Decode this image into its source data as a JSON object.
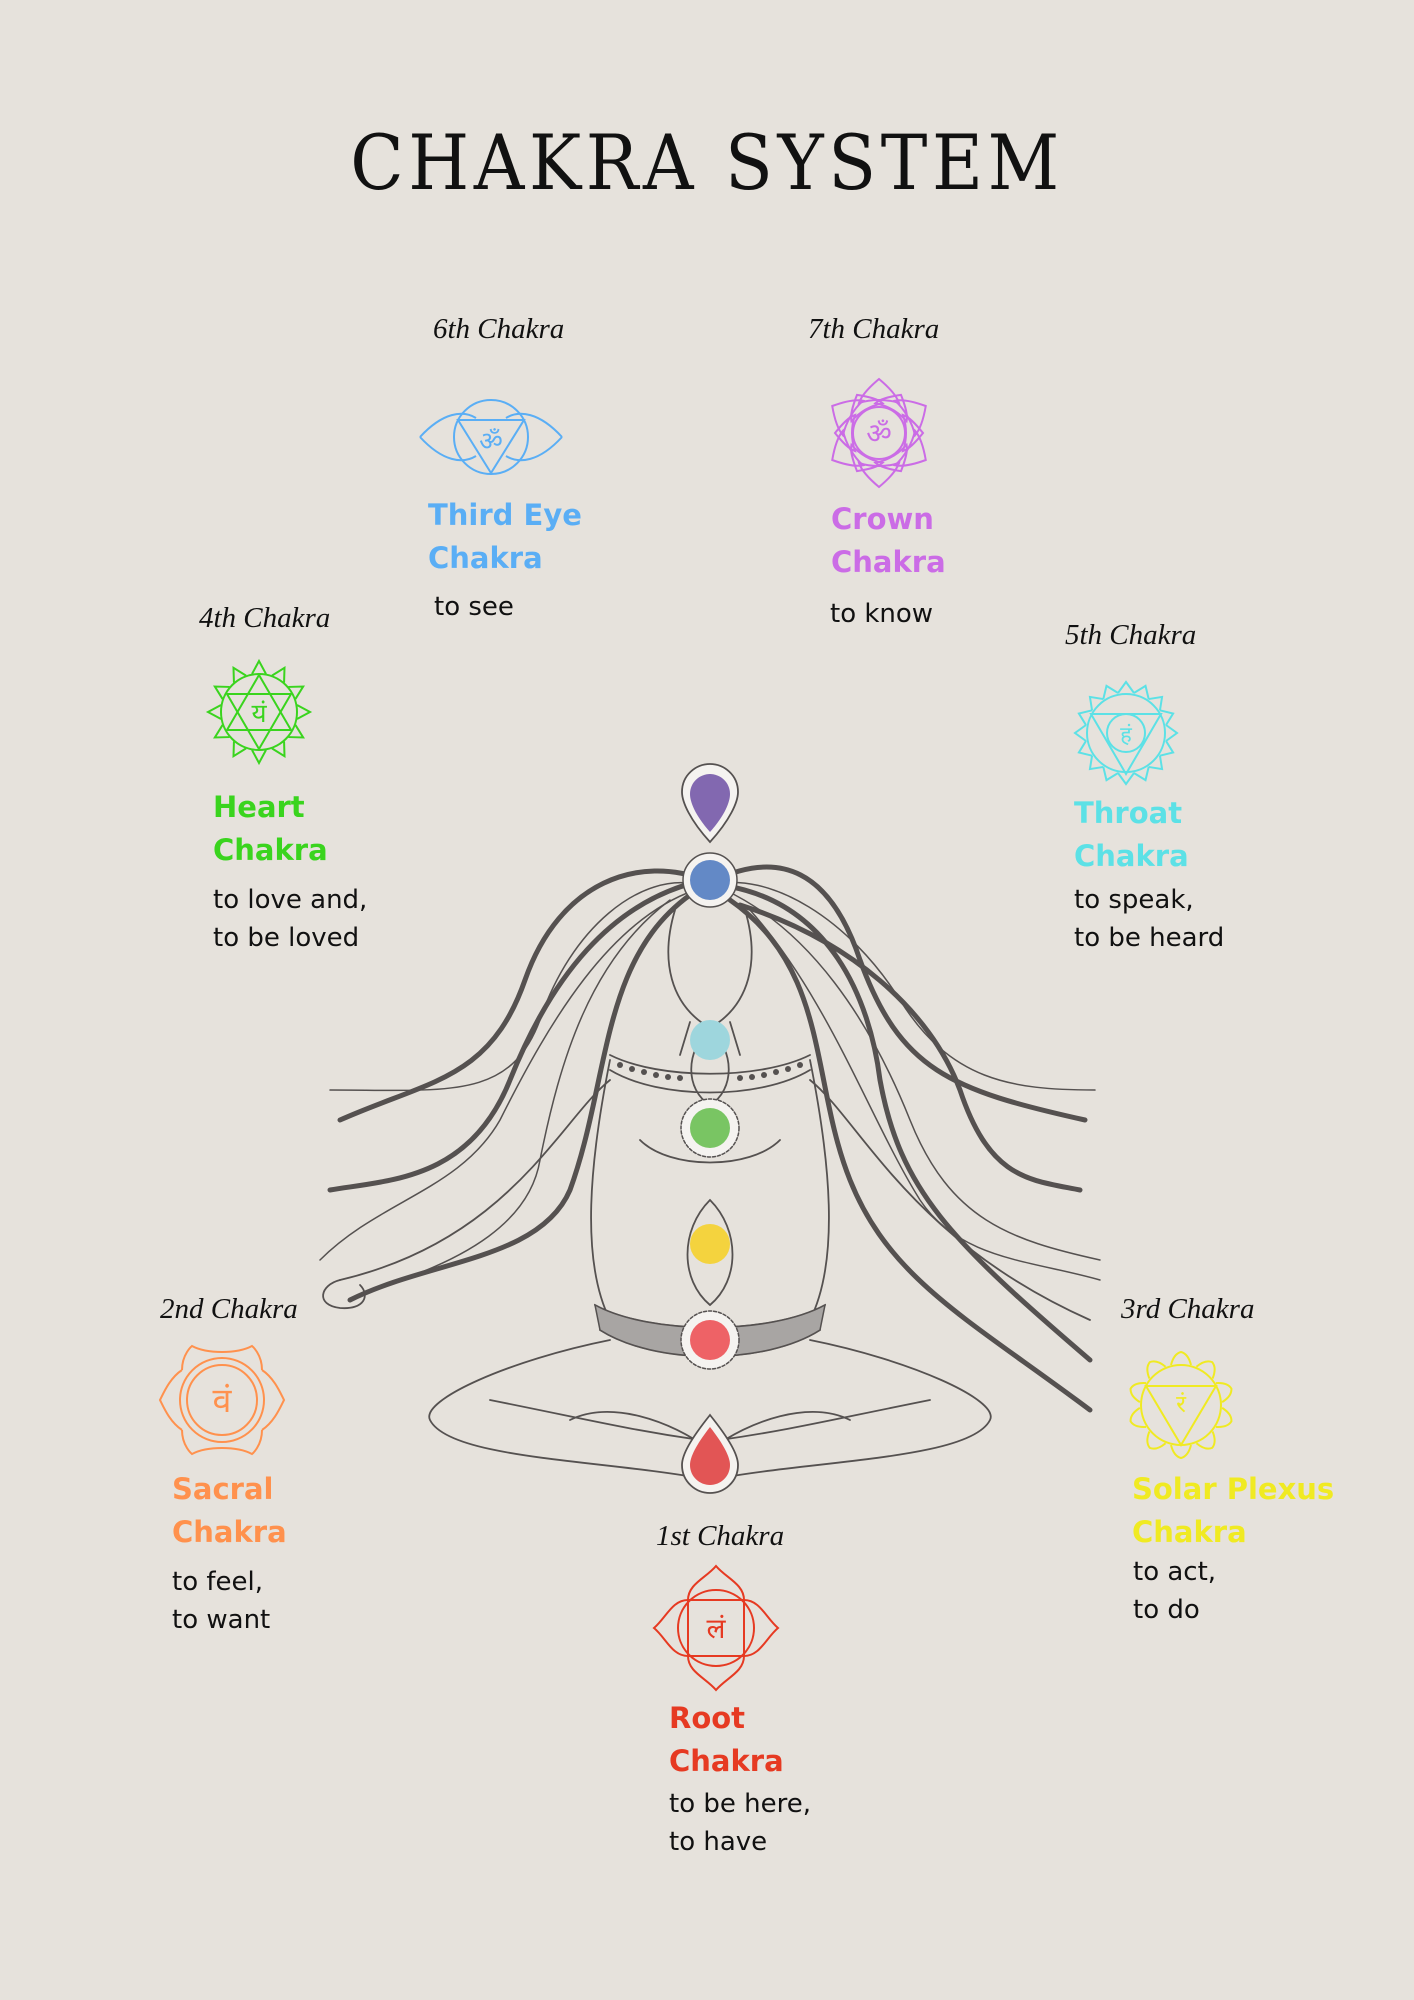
{
  "title": "CHAKRA SYSTEM",
  "colors": {
    "background": "#e6e2dc",
    "root": "#e63a22",
    "sacral": "#ff914d",
    "solar_plexus": "#f0ea22",
    "heart": "#3ad41e",
    "throat": "#5ce1e6",
    "third_eye": "#5aaef5",
    "crown": "#cb6ce6",
    "figure_line": "#555150",
    "gem_crown": "#8268b0",
    "gem_third_eye": "#6389c6",
    "gem_throat": "#9ed6dd",
    "gem_heart": "#79c563",
    "gem_solar": "#f4d33e",
    "gem_sacral": "#ee6266",
    "gem_root": "#e25555"
  },
  "chakras": {
    "crown": {
      "ordinal": "7th Chakra",
      "name_line1": "Crown",
      "name_line2": "Chakra",
      "desc_line1": "to know",
      "desc_line2": "",
      "icon": "crown-lotus-om-icon"
    },
    "third_eye": {
      "ordinal": "6th Chakra",
      "name_line1": "Third Eye",
      "name_line2": "Chakra",
      "desc_line1": "to see",
      "desc_line2": "",
      "icon": "third-eye-icon"
    },
    "throat": {
      "ordinal": "5th Chakra",
      "name_line1": "Throat",
      "name_line2": "Chakra",
      "desc_line1": "to speak,",
      "desc_line2": "to be heard",
      "icon": "throat-lotus-icon"
    },
    "heart": {
      "ordinal": "4th Chakra",
      "name_line1": "Heart",
      "name_line2": "Chakra",
      "desc_line1": "to love and,",
      "desc_line2": "to be loved",
      "icon": "heart-lotus-icon"
    },
    "solar_plexus": {
      "ordinal": "3rd Chakra",
      "name_line1": "Solar Plexus",
      "name_line2": "Chakra",
      "desc_line1": "to act,",
      "desc_line2": "to do",
      "icon": "solar-plexus-lotus-icon"
    },
    "sacral": {
      "ordinal": "2nd Chakra",
      "name_line1": "Sacral",
      "name_line2": "Chakra",
      "desc_line1": "to feel,",
      "desc_line2": "to want",
      "icon": "sacral-lotus-icon"
    },
    "root": {
      "ordinal": "1st Chakra",
      "name_line1": "Root",
      "name_line2": "Chakra",
      "desc_line1": "to be here,",
      "desc_line2": "to have",
      "icon": "root-lotus-icon"
    }
  },
  "bija_glyphs": {
    "crown": "ॐ",
    "third_eye": "ॐ",
    "throat": "हं",
    "heart": "यं",
    "solar_plexus": "रं",
    "sacral": "वं",
    "root": "लं"
  }
}
